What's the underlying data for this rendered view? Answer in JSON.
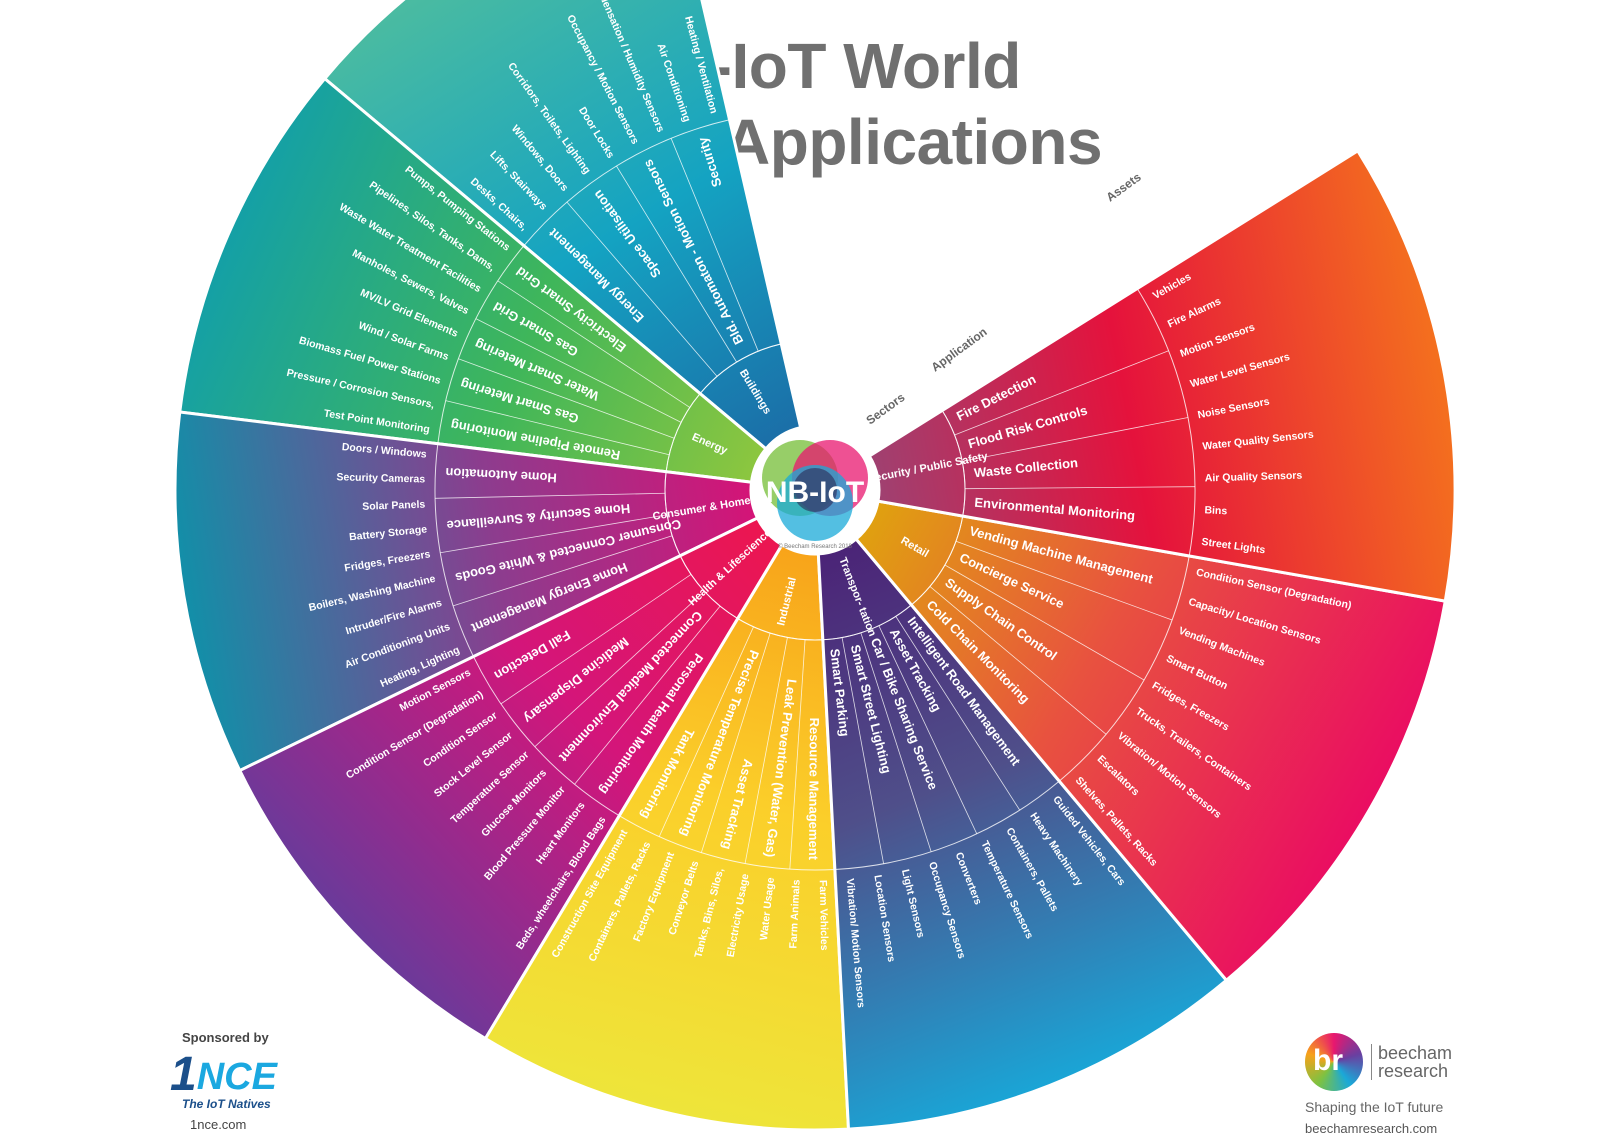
{
  "title": {
    "line1": "NB-IoT World",
    "line2": "of IoT Applications"
  },
  "center": {
    "label": "NB-IoT",
    "copyright": "© Beecham Research 2018"
  },
  "ring_labels": {
    "sectors": "Sectors",
    "application": "Application",
    "assets": "Assets"
  },
  "colors": {
    "title": "#707070",
    "buildings": "#1e8fb8",
    "energy": "#8dc63f",
    "consumer": "#c4197e",
    "health": "#e3175f",
    "industrial": "#f6a81b",
    "transportation": "#4f2a7a",
    "retail": "#e9623a",
    "security": "#9e3a6d",
    "outer_teal": "#1aa39a",
    "outer_red": "#e8112d"
  },
  "sectors": [
    {
      "name": "Buildings",
      "start": -167,
      "end": -130,
      "inner": "#1b6fa8",
      "mid": "#14a3c2",
      "outer": "#4cbca0",
      "applications": [
        "Security",
        "Bld. Automaton - Motion Sensors",
        "Space Utilisation",
        "Energy Management"
      ],
      "assets": [
        "Heating / Ventilation",
        "Air Conditioning",
        "Condensation / Humidity Sensors",
        "Occupancy / Motion Sensors",
        "Door Locks",
        "Corridors, Toilets, Lighting",
        "Windows, Doors",
        "Lifts, Stairways",
        "Desks, Chairs,"
      ]
    },
    {
      "name": "Energy",
      "start": -130,
      "end": -97,
      "inner": "#8cc63f",
      "mid": "#3fb65a",
      "outer": "#14a0a6",
      "applications": [
        "Electricity Smart Grid",
        "Gas Smart Grid",
        "Water Smart Metering",
        "Gas Smart Metering",
        "Remote Pipeline Monitoring"
      ],
      "assets": [
        "Pumps, Pumping Stations",
        "Pipelines, Silos, Tanks, Dams,",
        "Waste Water Treatment Facilities",
        "Manholes, Sewers, Valves",
        "MV/LV Grid Elements",
        "Wind / Solar Farms",
        "Biomass Fuel Power Stations",
        "Pressure / Corrosion Sensors,",
        "Test Point Monitoring"
      ]
    },
    {
      "name": "Consumer & Home",
      "start": -97,
      "end": -64,
      "inner": "#d41477",
      "mid": "#8d3c8e",
      "outer": "#128fa8",
      "applications": [
        "Home Automation",
        "Home Security & Surveillance",
        "Consumer Connected & White Goods",
        "Home Energy Management"
      ],
      "assets": [
        "Doors / Windows",
        "Security Cameras",
        "Solar Panels",
        "Battery Storage",
        "Fridges, Freezers",
        "Boilers, Washing Machine",
        "Intruder/Fire Alarms",
        "Air Conditioning Units",
        "Heating, Lighting"
      ]
    },
    {
      "name": "Health & Lifescience",
      "start": -64,
      "end": -31,
      "inner": "#ec1650",
      "mid": "#d4157a",
      "outer": "#6a3a9a",
      "applications": [
        "Fall Detection",
        "Medicine Dispensary",
        "Connected Medical Environment",
        "Personal Health Monitoring"
      ],
      "assets": [
        "Motion Sensors",
        "Condition Sensor (Degradation)",
        "Condition Sensor",
        "Stock Level Sensor",
        "Temperature Sensor",
        "Glucose Monitors",
        "Blood Pressure Monitor",
        "Heart Monitors",
        "Beds, wheelchairs, Blood Bags"
      ]
    },
    {
      "name": "Industrial",
      "start": -31,
      "end": 3,
      "inner": "#f8a41a",
      "mid": "#fbcf2a",
      "outer": "#eee53a",
      "applications": [
        "Tank Monitoring",
        "Precise Temperature Monitoring",
        "Asset Tracking",
        "Leak Prevention (Water, Gas)",
        "Resource Management"
      ],
      "assets": [
        "Construction Site Equipment",
        "Containers, Pallets, Racks",
        "Factory Equipment",
        "Conveyor Belts",
        "Tanks, Bins, Silos,",
        "Electricity Usage",
        "Water Usage",
        "Farm Animals",
        "Farm Vehicles"
      ]
    },
    {
      "name": "Transpor- tation",
      "start": 3,
      "end": 40,
      "inner": "#4b2477",
      "mid": "#4f4f8a",
      "outer": "#1aa5d6",
      "applications": [
        "Smart Parking",
        "Smart Street Lighting",
        "Car / Bike Sharing Service",
        "Asset Tracking",
        "Intelligent Road Management"
      ],
      "assets": [
        "Vibration/ Motion Sensors",
        "Location Sensors",
        "Light Sensors",
        "Occupancy Sensors",
        "Converters",
        "Temperature Sensors",
        "Containers, Pallets",
        "Heavy Machinery",
        "Guided Vehicles, Cars"
      ]
    },
    {
      "name": "Retail",
      "start": 40,
      "end": 80,
      "inner": "#e0a010",
      "mid": "#e8523f",
      "outer": "#ea0d62",
      "applications": [
        "Cold Chain Monitoring",
        "Supply Chain Control",
        "Concierge Service",
        "Vending Machine Management"
      ],
      "assets": [
        "Shelves, Pallets, Racks",
        "Escalators",
        "Vibration/ Motion Sensors",
        "Trucks, Trailers, Containers",
        "Fridges, Freezers",
        "Smart Button",
        "Vending Machines",
        "Capacity/ Location Sensors",
        "Condition Sensor (Degradation)"
      ]
    },
    {
      "name": "Security / Public Safety",
      "start": 80,
      "end": 122,
      "inner": "#a04070",
      "mid": "#e5123c",
      "outer": "#f4701e",
      "applications": [
        "Environmental Monitoring",
        "Waste Collection",
        "Flood Risk Controls",
        "Fire Detection"
      ],
      "assets": [
        "Street Lights",
        "Bins",
        "Air Quality Sensors",
        "Water Quality Sensors",
        "Noise Sensors",
        "Water Level Sensors",
        "Motion  Sensors",
        "Fire Alarms",
        "Vehicles"
      ]
    }
  ],
  "sponsor": {
    "label": "Sponsored by",
    "logo_one": "1",
    "logo_nce": "NCE",
    "tagline": "The IoT Natives",
    "url": "1nce.com"
  },
  "brand": {
    "mark": "br",
    "name_line1": "beecham",
    "name_line2": "research",
    "slogan": "Shaping the IoT future",
    "url": "beechamresearch.com"
  }
}
